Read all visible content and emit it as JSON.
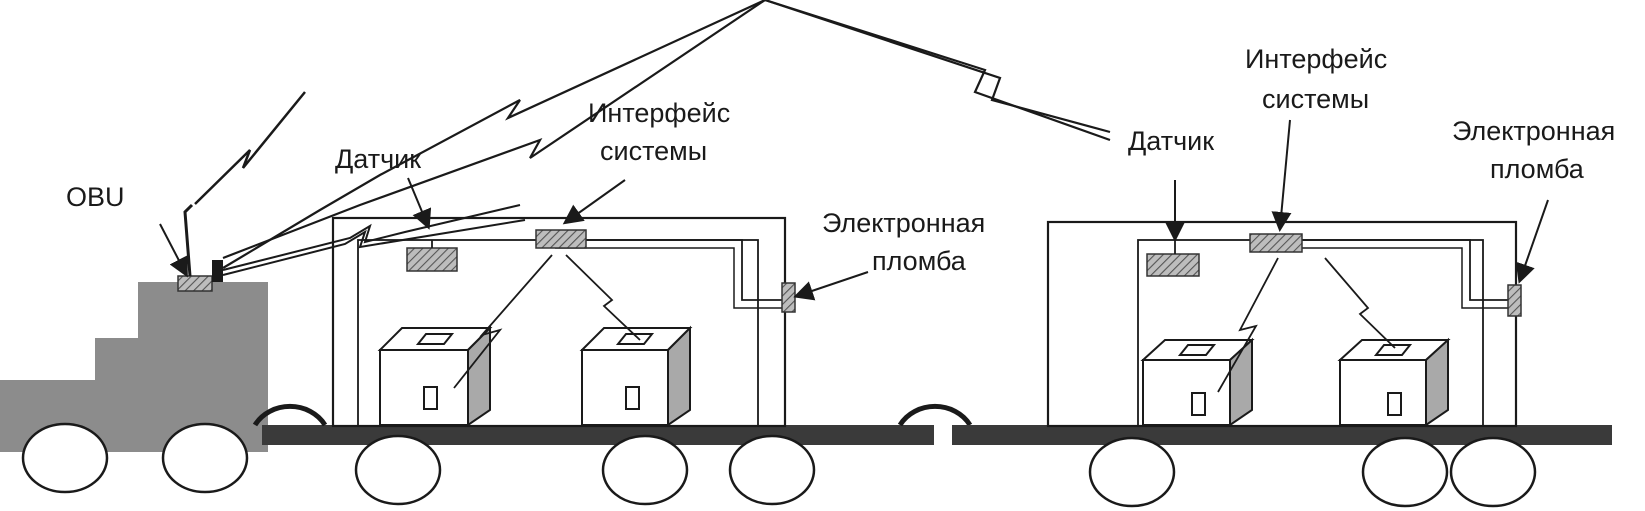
{
  "labels": {
    "obu": "OBU",
    "sensor": "Датчик",
    "interface_line1": "Интерфейс",
    "interface_line2": "системы",
    "seal_line1": "Электронная",
    "seal_line2": "пломба"
  },
  "colors": {
    "truck": "#8c8c8c",
    "platform": "#3a3a3a",
    "line": "#1a1a1a",
    "device_fill": "#a9a9a9"
  },
  "icons": [
    "lightning-bolt-icon",
    "arrow-icon"
  ]
}
